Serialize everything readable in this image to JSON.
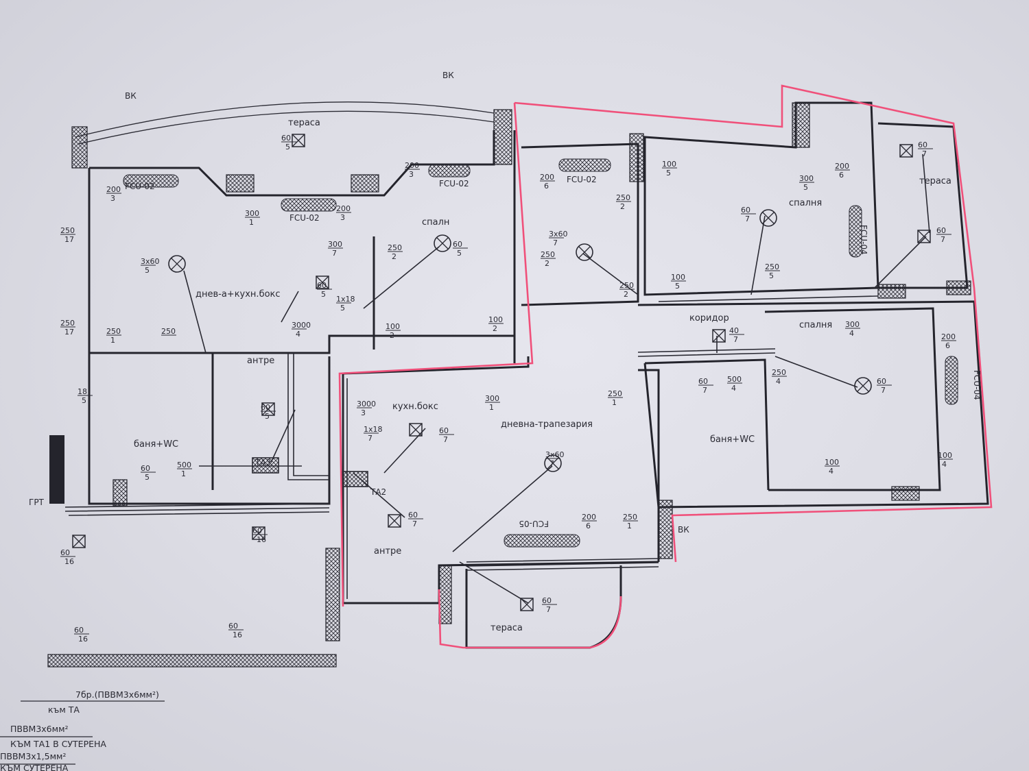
{
  "rooms": [
    {
      "text": "тераса"
    },
    {
      "text": "тераса"
    },
    {
      "text": "тераса"
    },
    {
      "text": "днев-а+кухн.бокс"
    },
    {
      "text": "спалн"
    },
    {
      "text": "спалня"
    },
    {
      "text": "спалня"
    },
    {
      "text": "коридор"
    },
    {
      "text": "антре"
    },
    {
      "text": "антре"
    },
    {
      "text": "баня+WC"
    },
    {
      "text": "баня+WC"
    },
    {
      "text": "кухн.бокс"
    },
    {
      "text": "дневна-трапезария"
    }
  ],
  "tags": [
    {
      "text": "ВК"
    },
    {
      "text": "ВК"
    },
    {
      "text": "ВК"
    },
    {
      "text": "ГРТ"
    },
    {
      "text": "ТА3"
    },
    {
      "text": "ТА2"
    },
    {
      "text": "FCU-02"
    },
    {
      "text": "FCU-02"
    },
    {
      "text": "FCU-02"
    },
    {
      "text": "FCU-02"
    },
    {
      "text": "FCU-04"
    },
    {
      "text": "FCU-04"
    },
    {
      "text": "FCU-05"
    }
  ],
  "fixtures": [
    {
      "top": "60",
      "bottom": "5"
    },
    {
      "top": "200",
      "bottom": "3"
    },
    {
      "top": "200",
      "bottom": "3"
    },
    {
      "top": "200",
      "bottom": "3"
    },
    {
      "top": "300",
      "bottom": "1"
    },
    {
      "top": "3x60",
      "bottom": "5"
    },
    {
      "top": "60",
      "bottom": "5"
    },
    {
      "top": "60",
      "bottom": "5"
    },
    {
      "top": "250",
      "bottom": "2"
    },
    {
      "top": "300",
      "bottom": "7"
    },
    {
      "top": "1x18",
      "bottom": "5"
    },
    {
      "top": "250",
      "bottom": "1"
    },
    {
      "top": "250",
      "bottom": ""
    },
    {
      "top": "3000",
      "bottom": "4"
    },
    {
      "top": "100",
      "bottom": "2"
    },
    {
      "top": "100",
      "bottom": "2"
    },
    {
      "top": "250",
      "bottom": "17"
    },
    {
      "top": "250",
      "bottom": "17"
    },
    {
      "top": "18",
      "bottom": "5"
    },
    {
      "top": "60",
      "bottom": "5"
    },
    {
      "top": "500",
      "bottom": "1"
    },
    {
      "top": "60",
      "bottom": "5"
    },
    {
      "top": "3000",
      "bottom": "3"
    },
    {
      "top": "1x18",
      "bottom": "7"
    },
    {
      "top": "60",
      "bottom": "7"
    },
    {
      "top": "300",
      "bottom": "1"
    },
    {
      "top": "60",
      "bottom": "7"
    },
    {
      "top": "60",
      "bottom": "16"
    },
    {
      "top": "60",
      "bottom": "16"
    },
    {
      "top": "60",
      "bottom": "16"
    },
    {
      "top": "60",
      "bottom": "16"
    },
    {
      "top": "60",
      "bottom": "7"
    },
    {
      "top": "3x60",
      "bottom": "7"
    },
    {
      "top": "200",
      "bottom": "6"
    },
    {
      "top": "250",
      "bottom": "1"
    },
    {
      "top": "250",
      "bottom": "1"
    },
    {
      "top": "200",
      "bottom": "6"
    },
    {
      "top": "3x60",
      "bottom": "7"
    },
    {
      "top": "250",
      "bottom": "2"
    },
    {
      "top": "250",
      "bottom": "2"
    },
    {
      "top": "250",
      "bottom": "2"
    },
    {
      "top": "100",
      "bottom": "5"
    },
    {
      "top": "100",
      "bottom": "5"
    },
    {
      "top": "60",
      "bottom": "7"
    },
    {
      "top": "300",
      "bottom": "5"
    },
    {
      "top": "200",
      "bottom": "6"
    },
    {
      "top": "60",
      "bottom": "7"
    },
    {
      "top": "60",
      "bottom": "7"
    },
    {
      "top": "250",
      "bottom": "5"
    },
    {
      "top": "40",
      "bottom": "7"
    },
    {
      "top": "300",
      "bottom": "4"
    },
    {
      "top": "200",
      "bottom": "6"
    },
    {
      "top": "250",
      "bottom": "4"
    },
    {
      "top": "500",
      "bottom": "4"
    },
    {
      "top": "60",
      "bottom": "7"
    },
    {
      "top": "60",
      "bottom": "7"
    },
    {
      "top": "100",
      "bottom": "4"
    },
    {
      "top": "100",
      "bottom": "4"
    }
  ],
  "notes": [
    {
      "top": "7бр.(ПВВМ3х6мм²)",
      "bottom": "към ТА"
    },
    {
      "top": "ПВВМ3х6мм²",
      "bottom": "КЪМ ТА1 В СУТЕРЕНА"
    },
    {
      "top": "ПВВМ3х1,5мм²",
      "bottom": "КЪМ СУТЕРЕНА"
    }
  ],
  "colors": {
    "ink": "#2a2a33",
    "highlight": "#f0507a",
    "paper": "#dcdce4"
  }
}
